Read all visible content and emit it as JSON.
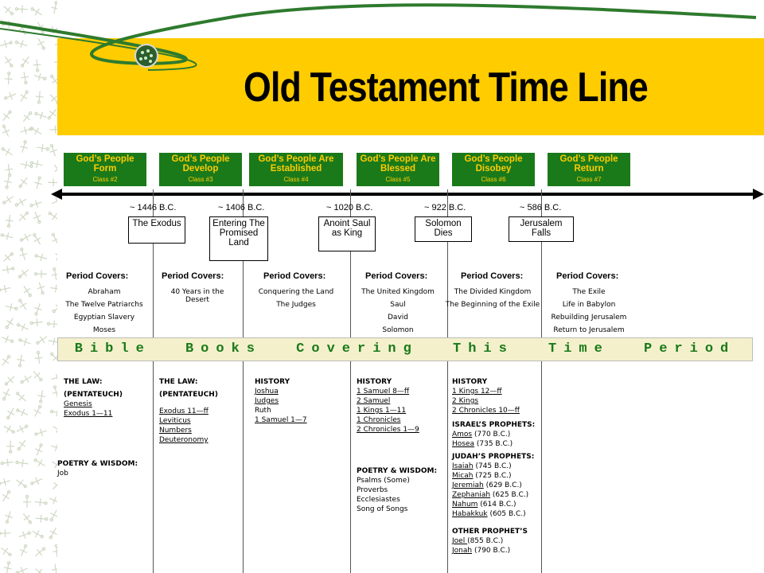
{
  "title": "Old Testament Time Line",
  "classes": [
    {
      "name": "God’s People Form",
      "cls": "Class #2"
    },
    {
      "name": "God’s People Develop",
      "cls": "Class #3"
    },
    {
      "name": "God’s People Are Established",
      "cls": "Class #4"
    },
    {
      "name": "God’s People Are Blessed",
      "cls": "Class #5"
    },
    {
      "name": "God’s People Disobey",
      "cls": "Class #6"
    },
    {
      "name": "God’s People Return",
      "cls": "Class #7"
    }
  ],
  "dates": [
    "~ 1446 B.C.",
    "~ 1406 B.C.",
    "~ 1020 B.C.",
    "~ 922 B.C.",
    "~ 586 B.C."
  ],
  "events": [
    "The Exodus",
    "Entering The Promised Land",
    "Anoint Saul as King",
    "Solomon Dies",
    "Jerusalem Falls"
  ],
  "period_heading": "Period Covers:",
  "periods": [
    [
      "Abraham",
      "The Twelve Patriarchs",
      "Egyptian Slavery",
      "Moses"
    ],
    [
      "40 Years in the Desert"
    ],
    [
      "Conquering the Land",
      "The Judges"
    ],
    [
      "The United Kingdom",
      "Saul",
      "David",
      "Solomon"
    ],
    [
      "The Divided Kingdom",
      "The Beginning of the Exile"
    ],
    [
      "The Exile",
      "Life in Babylon",
      "Rebuilding Jerusalem",
      "Return to Jerusalem"
    ]
  ],
  "books_banner": "Bible Books Covering This Time Period",
  "books": {
    "c1": {
      "h1": "THE LAW:",
      "h2": "(PENTATEUCH)",
      "items": [
        "Genesis",
        "Exodus 1—11"
      ],
      "poetry_h": "POETRY & WISDOM:",
      "poetry": [
        "Job"
      ]
    },
    "c2": {
      "h1": "THE LAW:",
      "h2": "(PENTATEUCH)",
      "items": [
        "Exodus 11—ff",
        "Leviticus",
        "Numbers",
        "Deuteronomy"
      ]
    },
    "c3": {
      "h1": "HISTORY",
      "items": [
        "Joshua",
        "Judges",
        "Ruth",
        "1 Samuel 1—7"
      ]
    },
    "c4": {
      "h1": "HISTORY",
      "items": [
        "1 Samuel 8—ff",
        "2 Samuel",
        "1 Kings 1—11",
        "1 Chronicles",
        "2 Chronicles 1—9"
      ],
      "poetry_h": "POETRY & WISDOM:",
      "poetry": [
        "Psalms (Some)",
        "Proverbs",
        "Ecclesiastes",
        "Song of Songs"
      ]
    },
    "c5": {
      "h1": "HISTORY",
      "items": [
        "1 Kings 12—ff",
        "2 Kings",
        "2 Chronicles 10—ff"
      ],
      "israel_h": "ISRAEL’S PROPHETS:",
      "israel": [
        [
          "Amos",
          " (770 B.C.)"
        ],
        [
          "Hosea",
          " (735 B.C.)"
        ]
      ],
      "judah_h": "JUDAH’S PROPHETS:",
      "judah": [
        [
          "Isaiah",
          " (745 B.C.)"
        ],
        [
          "Micah",
          " (725 B.C.)"
        ],
        [
          "Jeremiah",
          " (629 B.C.)"
        ],
        [
          "Zephaniah",
          " (625 B.C.)"
        ],
        [
          "Nahum",
          " (614 B.C.)"
        ],
        [
          "Habakkuk",
          " (605 B.C.)"
        ]
      ],
      "other_h": "OTHER PROPHET’S",
      "other": [
        [
          "Joel ",
          " (855 B.C.)"
        ],
        [
          "Jonah",
          " (790 B.C.)"
        ]
      ]
    }
  },
  "colors": {
    "banner": "#ffcc00",
    "class_bg": "#1a7a1a",
    "class_text": "#ffcc00",
    "books_text": "#1a7a1a"
  }
}
